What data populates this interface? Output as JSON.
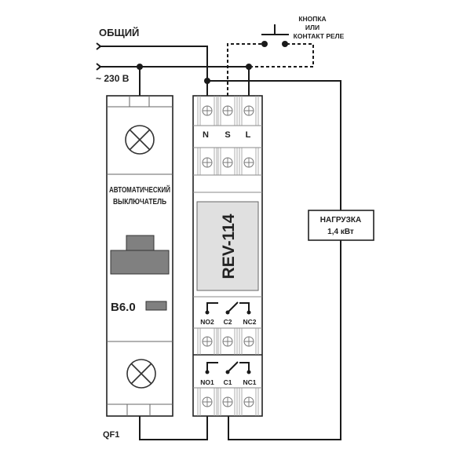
{
  "labels": {
    "common": "ОБЩИЙ",
    "voltage": "~ 230 В",
    "button_line1": "КНОПКА",
    "button_line2": "ИЛИ",
    "button_line3": "КОНТАКТ РЕЛЕ",
    "breaker_line1": "АВТОМАТИЧЕСКИЙ",
    "breaker_line2": "ВЫКЛЮЧАТЕЛЬ",
    "breaker_rating": "B6.0",
    "breaker_id": "QF1",
    "device_model": "REV-114",
    "load_line1": "НАГРУЗКА",
    "load_line2": "1,4 кВт"
  },
  "terminals": {
    "top": [
      "N",
      "S",
      "L"
    ],
    "relay2": [
      "NO2",
      "C2",
      "NC2"
    ],
    "relay1": [
      "NO1",
      "C1",
      "NC1"
    ]
  },
  "colors": {
    "wire": "#1a1a1a",
    "display_fill": "#e0e0e0",
    "handle_fill": "#808080"
  }
}
